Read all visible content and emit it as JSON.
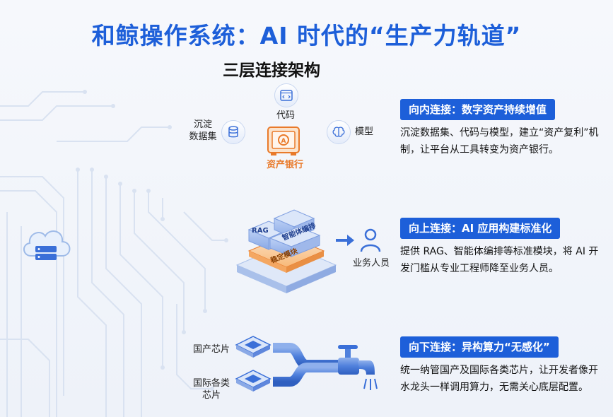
{
  "title": "和鲸操作系统：AI 时代的“生产力轨道”",
  "subtitle": "三层连接架构",
  "top_diagram": {
    "code_label": "代码",
    "dataset_label": "沉淀\n数据集",
    "model_label": "模型",
    "bank_label": "资产银行",
    "icons": [
      "code-icon",
      "database-icon",
      "brain-icon",
      "safe-icon"
    ]
  },
  "middle_diagram": {
    "block_labels": [
      "RAG",
      "智能体编排",
      "稳定模块"
    ],
    "user_label": "业务人员",
    "icons": [
      "cloud-server-icon",
      "user-icon",
      "arrow-right-icon"
    ]
  },
  "bottom_diagram": {
    "domestic_chip_label": "国产芯片",
    "intl_chip_label": "国际各类\n芯片",
    "icons": [
      "chip-icon",
      "faucet-icon"
    ]
  },
  "sections": [
    {
      "tag": "向内连接：数字资产持续增值",
      "desc": "沉淀数据集、代码与模型，建立“资产复利”机制，让平台从工具转变为资产银行。"
    },
    {
      "tag": "向上连接：AI 应用构建标准化",
      "desc": "提供 RAG、智能体编排等标准模块，将 AI 开发门槛从专业工程师降至业务人员。"
    },
    {
      "tag": "向下连接：异构算力“无感化”",
      "desc": "统一纳管国产及国际各类芯片，让开发者像开水龙头一样调用算力，无需关心底层配置。"
    }
  ],
  "colors": {
    "brand_blue": "#1d5fd9",
    "accent_orange": "#e97a2a"
  }
}
